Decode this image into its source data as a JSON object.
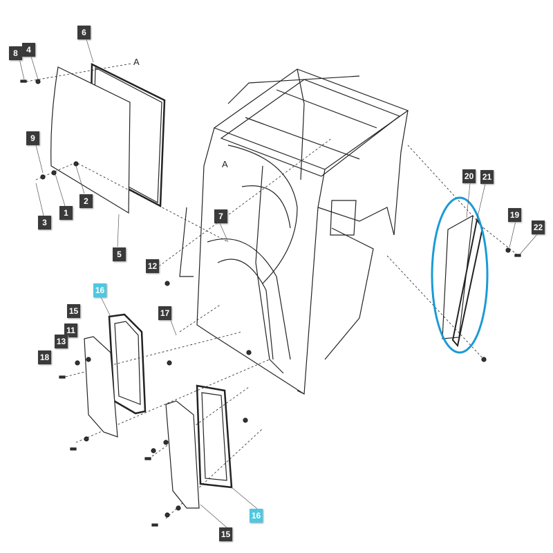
{
  "diagram": {
    "callouts": [
      {
        "id": "c8",
        "text": "8"
      },
      {
        "id": "c4",
        "text": "4"
      },
      {
        "id": "c6",
        "text": "6"
      },
      {
        "id": "c9",
        "text": "9"
      },
      {
        "id": "c2",
        "text": "2"
      },
      {
        "id": "c1",
        "text": "1"
      },
      {
        "id": "c3",
        "text": "3"
      },
      {
        "id": "c5",
        "text": "5"
      },
      {
        "id": "c7",
        "text": "7"
      },
      {
        "id": "c12",
        "text": "12"
      },
      {
        "id": "c16a",
        "text": "16"
      },
      {
        "id": "c17",
        "text": "17"
      },
      {
        "id": "c15a",
        "text": "15"
      },
      {
        "id": "c11",
        "text": "11"
      },
      {
        "id": "c13",
        "text": "13"
      },
      {
        "id": "c18",
        "text": "18"
      },
      {
        "id": "c20",
        "text": "20"
      },
      {
        "id": "c21",
        "text": "21"
      },
      {
        "id": "c19",
        "text": "19"
      },
      {
        "id": "c22",
        "text": "22"
      },
      {
        "id": "c16b",
        "text": "16"
      },
      {
        "id": "c15b",
        "text": "15"
      }
    ],
    "reference_letters": [
      "A",
      "A"
    ],
    "highlight_color": "#4ec8e0",
    "highlight_ring_color": "#1a9ad6",
    "callout_color": "#3a3a3a"
  }
}
